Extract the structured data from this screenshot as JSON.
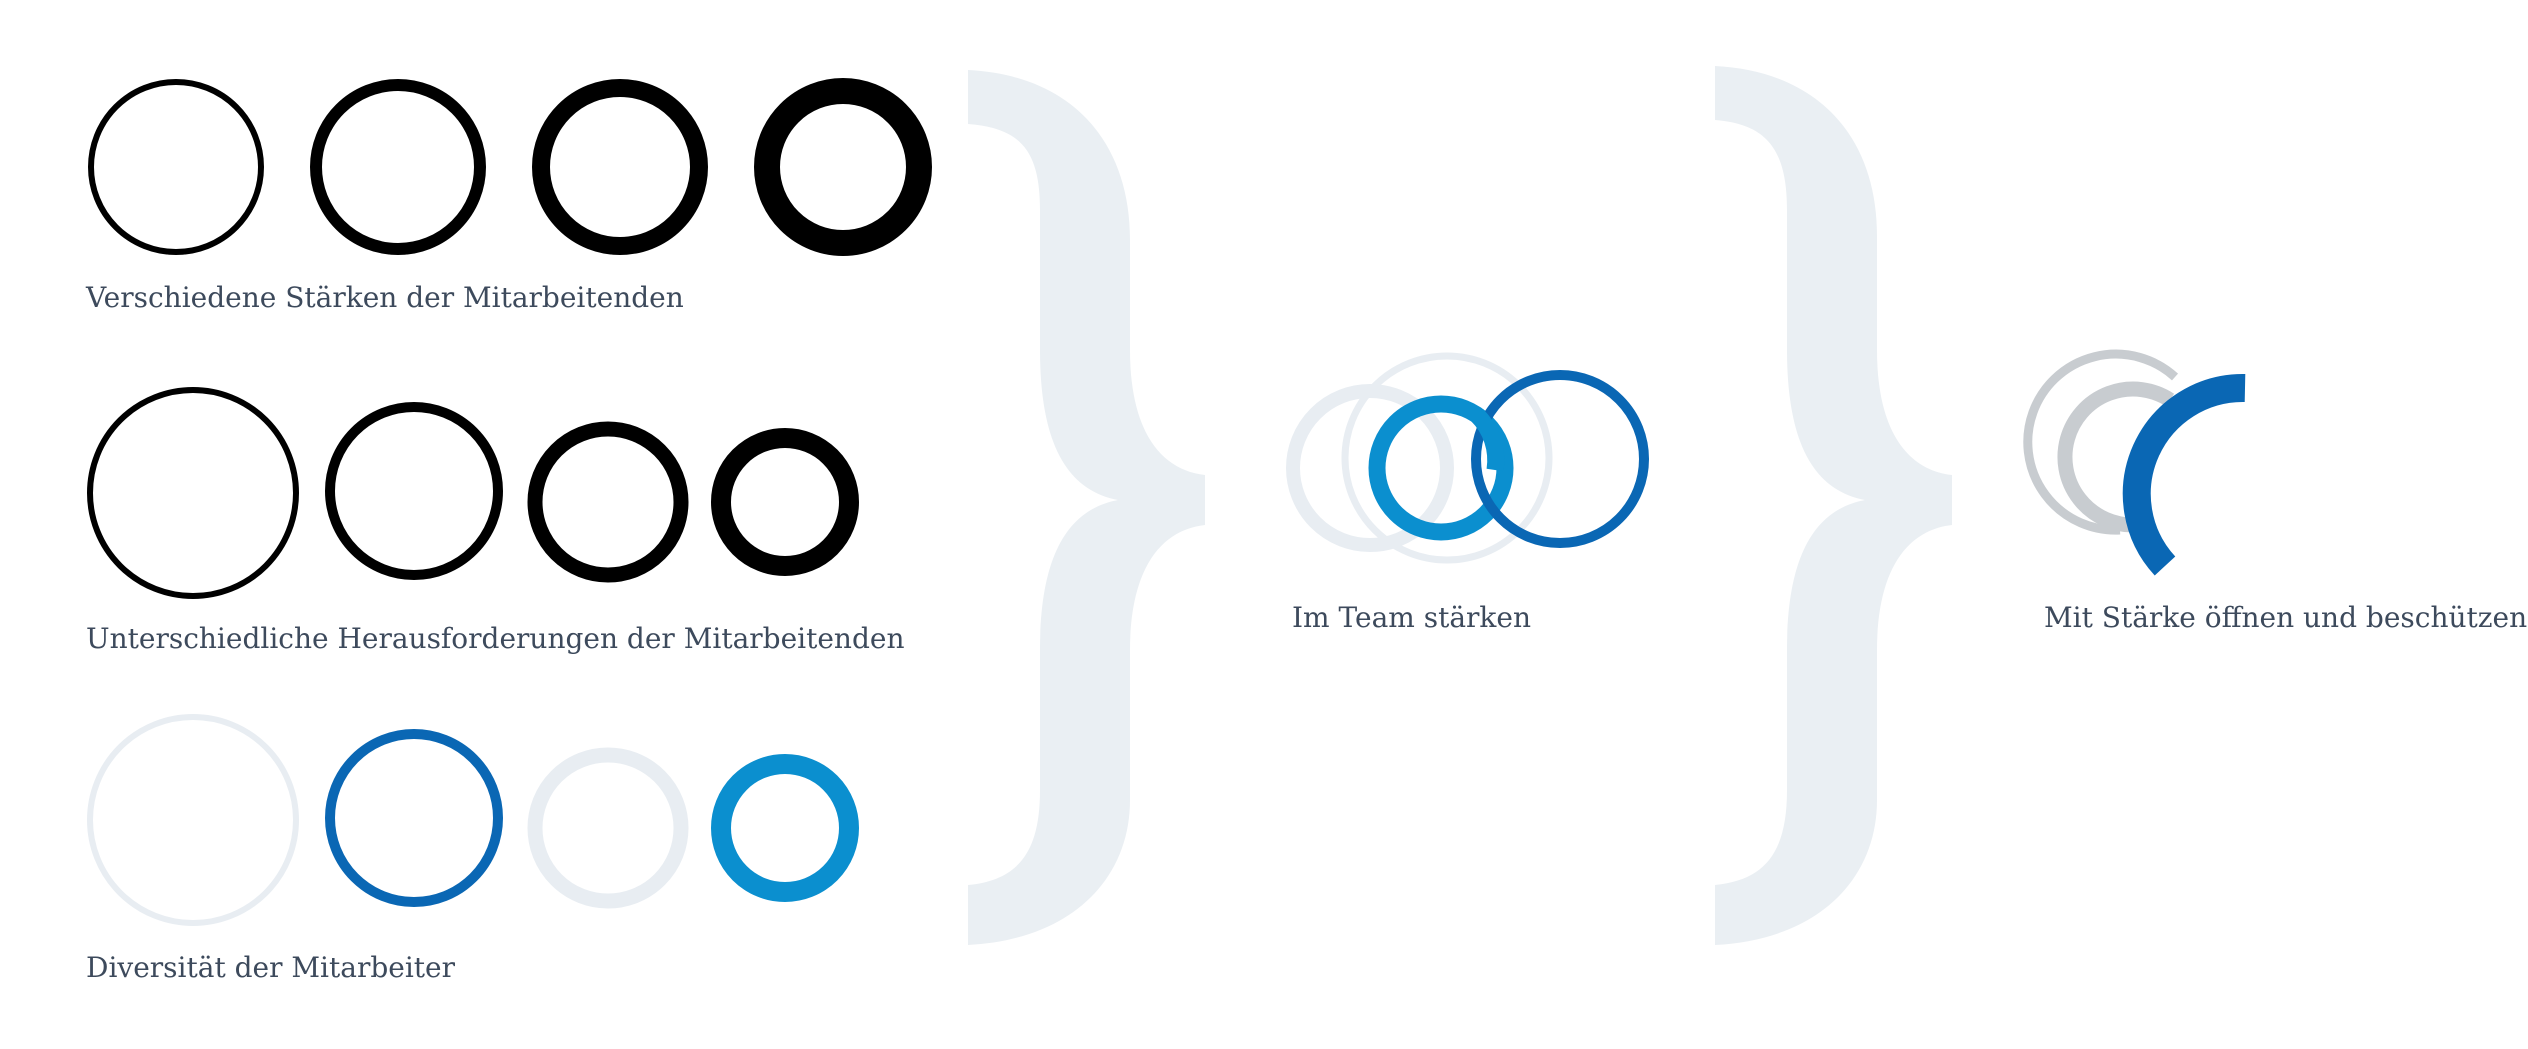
{
  "rows": [
    {
      "caption": "Verschiedene Stärken der Mitarbeitenden",
      "circles": [
        "black-thin",
        "black-medium",
        "black-thick",
        "black-heavy"
      ]
    },
    {
      "caption": "Unterschiedliche Herausforderungen der Mitarbeitenden",
      "circles": [
        "black-large",
        "black-medium-size",
        "black-small",
        "black-smallest"
      ]
    },
    {
      "caption": "Diversität der Mitarbeiter",
      "circles": [
        "pale-large",
        "blue-medium",
        "pale-small",
        "cyan-small"
      ]
    }
  ],
  "team": {
    "caption": "Im Team stärken"
  },
  "protect": {
    "caption": "Mit Stärke öffnen und beschützen"
  },
  "colors": {
    "ink": "#000000",
    "pale": "#e8edf2",
    "brace": "#eaeff3",
    "blue": "#0a67b4",
    "cyan": "#0b8fcf",
    "gray": "#c8ccd0",
    "caption": "#3d4a5c"
  },
  "icons": [
    "curly-brace-icon",
    "curly-brace-icon"
  ]
}
